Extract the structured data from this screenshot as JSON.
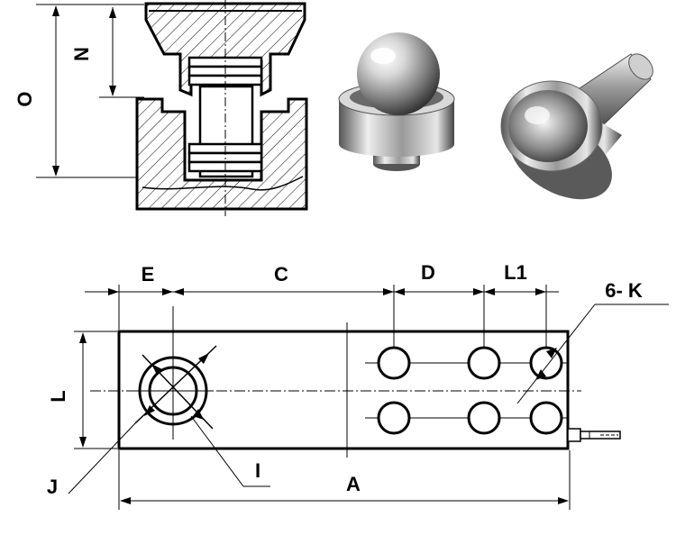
{
  "labels": {
    "o": "O",
    "n": "N",
    "e": "E",
    "c": "C",
    "d": "D",
    "l1": "L1",
    "k": "6- K",
    "l": "L",
    "j": "J",
    "i": "I",
    "a": "A"
  },
  "colors": {
    "ink": "#000000",
    "metal_light": "#eeeeee",
    "metal_mid": "#b5b5b5",
    "metal_dark": "#4a4a4a"
  }
}
